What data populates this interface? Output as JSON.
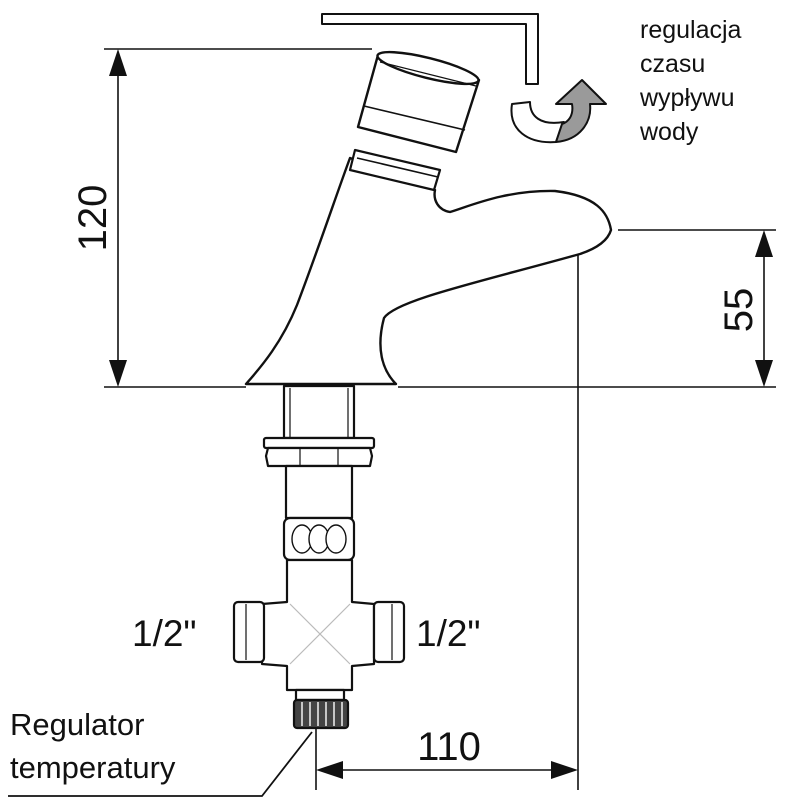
{
  "dimensions": {
    "height_total": "120",
    "spout_height": "55",
    "spout_reach": "110"
  },
  "connections": {
    "left": "1/2\"",
    "right": "1/2\""
  },
  "annotations": {
    "flow_time": [
      "regulacja",
      "czasu",
      "wypływu",
      "wody"
    ],
    "temperature_regulator": [
      "Regulator",
      "temperatury"
    ]
  },
  "colors": {
    "line": "#111111",
    "arrow_fill": "#9a9a9a",
    "background": "#ffffff"
  },
  "icons": [
    "hex-key-icon",
    "rotate-arrow-icon"
  ]
}
